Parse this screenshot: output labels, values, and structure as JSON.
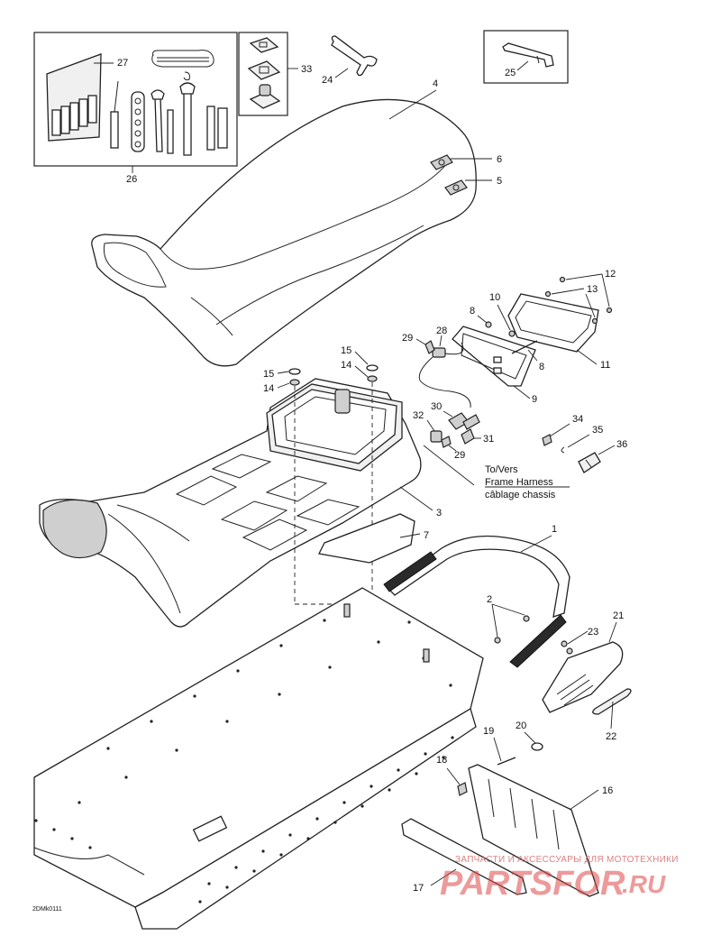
{
  "diagram_code": "2DMk0111",
  "callouts": {
    "p1": "1",
    "p2": "2",
    "p3": "3",
    "p4": "4",
    "p5": "5",
    "p6": "6",
    "p7": "7",
    "p8a": "8",
    "p8b": "8",
    "p9": "9",
    "p10": "10",
    "p11": "11",
    "p12": "12",
    "p13": "13",
    "p14a": "14",
    "p14b": "14",
    "p15a": "15",
    "p15b": "15",
    "p16": "16",
    "p17": "17",
    "p18": "18",
    "p19": "19",
    "p20": "20",
    "p21": "21",
    "p22": "22",
    "p23": "23",
    "p24": "24",
    "p25": "25",
    "p26": "26",
    "p27": "27",
    "p29a": "29",
    "p29b": "29",
    "p28": "28",
    "p30": "30",
    "p31": "31",
    "p32": "32",
    "p33": "33",
    "p34": "34",
    "p35": "35",
    "p36": "36"
  },
  "harness_note": {
    "line1": "To/Vers",
    "line2": "Frame Harness",
    "line3": "câblage chassis"
  },
  "watermark": {
    "tagline": "ЗАПЧАСТИ И АКСЕССУАРЫ ДЛЯ МОТОТЕХНИКИ",
    "brand": "PARTSFOR",
    "domain": ".RU"
  }
}
